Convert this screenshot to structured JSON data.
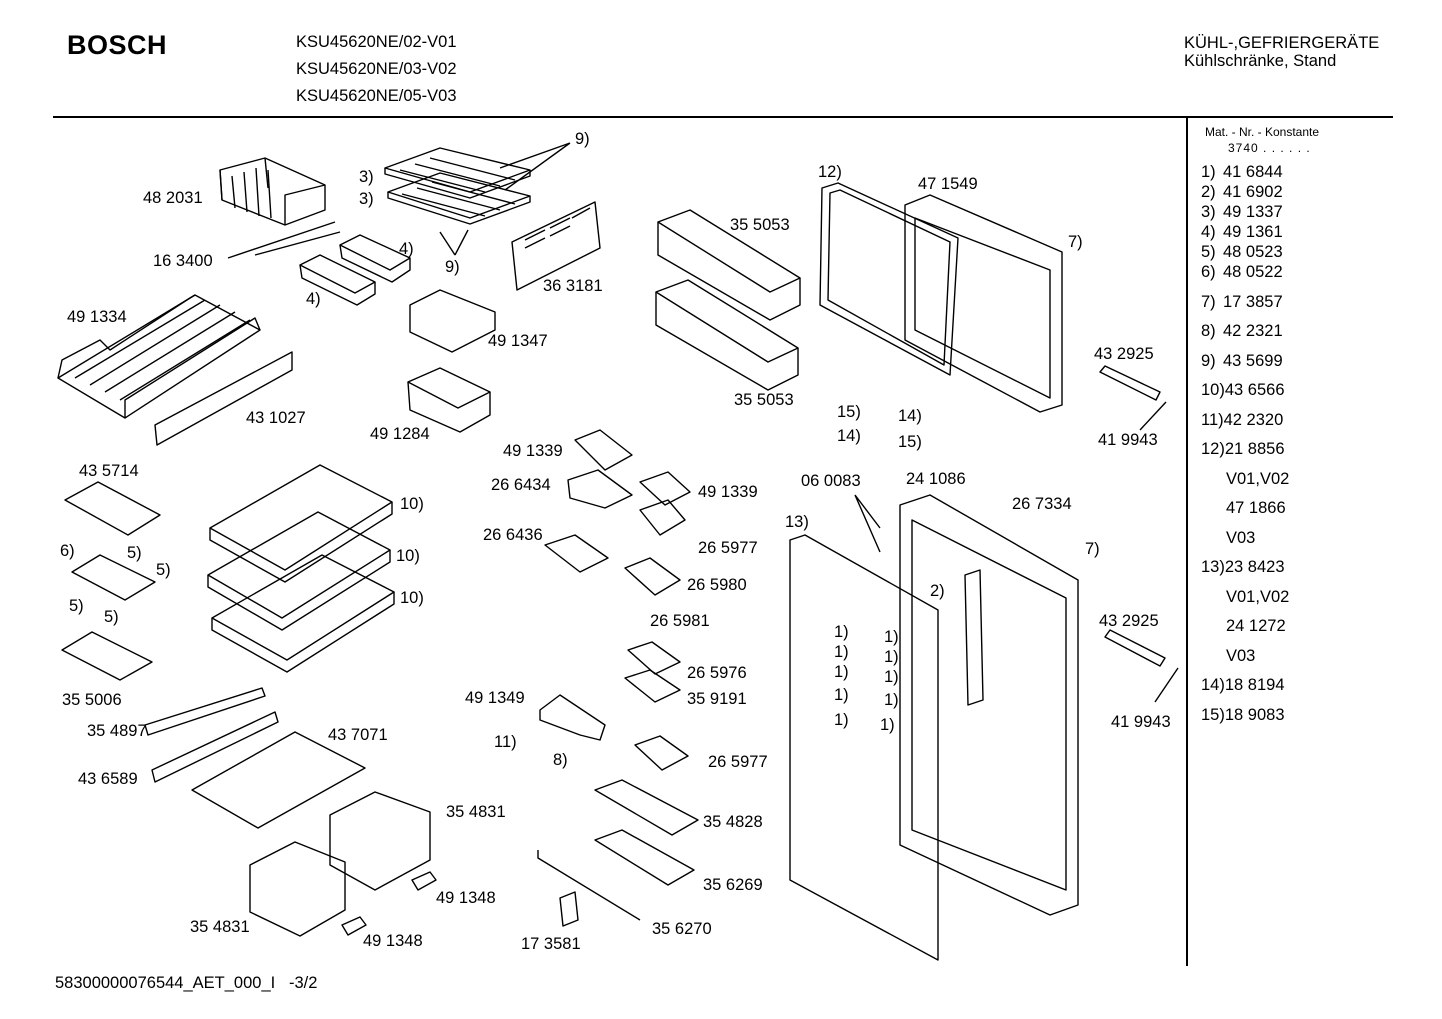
{
  "header": {
    "brand": "BOSCH",
    "models": [
      "KSU45620NE/02-V01",
      "KSU45620NE/03-V02",
      "KSU45620NE/05-V03"
    ],
    "category_line1": "KÜHL-,GEFRIERGERÄTE",
    "category_line2": "Kühlschränke, Stand"
  },
  "legend": {
    "heading": "Mat. - Nr. - Konstante",
    "constant": "3740 . . . . . .",
    "items": [
      {
        "key": "1)",
        "value": "41 6844"
      },
      {
        "key": "2)",
        "value": "41 6902"
      },
      {
        "key": "3)",
        "value": "49 1337"
      },
      {
        "key": "4)",
        "value": "49 1361"
      },
      {
        "key": "5)",
        "value": "48 0523"
      },
      {
        "key": "6)",
        "value": "48 0522"
      },
      {
        "key": "7)",
        "value": "17 3857"
      },
      {
        "key": "8)",
        "value": "42 2321"
      },
      {
        "key": "9)",
        "value": "43 5699"
      },
      {
        "key": "10)",
        "value": "43 6566"
      },
      {
        "key": "11)",
        "value": "42 2320"
      },
      {
        "key": "12)",
        "value": "21 8856"
      },
      {
        "key": "",
        "value": "V01,V02"
      },
      {
        "key": "",
        "value": "47 1866"
      },
      {
        "key": "",
        "value": "V03"
      },
      {
        "key": "13)",
        "value": "23 8423"
      },
      {
        "key": "",
        "value": "V01,V02"
      },
      {
        "key": "",
        "value": "24 1272"
      },
      {
        "key": "",
        "value": "V03"
      },
      {
        "key": "14)",
        "value": "18 8194"
      },
      {
        "key": "15)",
        "value": "18 9083"
      }
    ]
  },
  "footer": {
    "document_id": "58300000076544_AET_000_I",
    "page": "-3/2"
  },
  "callouts": [
    {
      "id": "c1",
      "text": "9)"
    },
    {
      "id": "c2",
      "text": "3)"
    },
    {
      "id": "c3",
      "text": "3)"
    },
    {
      "id": "c4",
      "text": "48 2031"
    },
    {
      "id": "c5",
      "text": "4)"
    },
    {
      "id": "c6",
      "text": "16 3400"
    },
    {
      "id": "c7",
      "text": "9)"
    },
    {
      "id": "c8",
      "text": "4)"
    },
    {
      "id": "c9",
      "text": "36 3181"
    },
    {
      "id": "c10",
      "text": "49 1334"
    },
    {
      "id": "c11",
      "text": "49 1347"
    },
    {
      "id": "c12",
      "text": "43 1027"
    },
    {
      "id": "c13",
      "text": "49 1284"
    },
    {
      "id": "c14",
      "text": "35 5053"
    },
    {
      "id": "c15",
      "text": "35 5053"
    },
    {
      "id": "c16",
      "text": "12)"
    },
    {
      "id": "c17",
      "text": "47 1549"
    },
    {
      "id": "c18",
      "text": "7)"
    },
    {
      "id": "c19",
      "text": "43 2925"
    },
    {
      "id": "c20",
      "text": "15)"
    },
    {
      "id": "c21",
      "text": "14)"
    },
    {
      "id": "c22",
      "text": "14)"
    },
    {
      "id": "c23",
      "text": "15)"
    },
    {
      "id": "c24",
      "text": "41 9943"
    },
    {
      "id": "c25",
      "text": "49 1339"
    },
    {
      "id": "c26",
      "text": "26 6434"
    },
    {
      "id": "c27",
      "text": "49 1339"
    },
    {
      "id": "c28",
      "text": "43 5714"
    },
    {
      "id": "c29",
      "text": "10)"
    },
    {
      "id": "c30",
      "text": "06 0083"
    },
    {
      "id": "c31",
      "text": "24 1086"
    },
    {
      "id": "c32",
      "text": "26 7334"
    },
    {
      "id": "c33",
      "text": "26 6436"
    },
    {
      "id": "c34",
      "text": "26 5977"
    },
    {
      "id": "c35",
      "text": "13)"
    },
    {
      "id": "c36",
      "text": "6)"
    },
    {
      "id": "c37",
      "text": "5)"
    },
    {
      "id": "c38",
      "text": "10)"
    },
    {
      "id": "c39",
      "text": "5)"
    },
    {
      "id": "c40",
      "text": "7)"
    },
    {
      "id": "c41",
      "text": "26 5980"
    },
    {
      "id": "c42",
      "text": "10)"
    },
    {
      "id": "c43",
      "text": "5)"
    },
    {
      "id": "c44",
      "text": "5)"
    },
    {
      "id": "c45",
      "text": "2)"
    },
    {
      "id": "c46",
      "text": "26 5981"
    },
    {
      "id": "c47",
      "text": "43 2925"
    },
    {
      "id": "c48",
      "text": "1)"
    },
    {
      "id": "c49",
      "text": "1)"
    },
    {
      "id": "c50",
      "text": "1)"
    },
    {
      "id": "c51",
      "text": "1)"
    },
    {
      "id": "c52",
      "text": "1)"
    },
    {
      "id": "c53",
      "text": "1)"
    },
    {
      "id": "c54",
      "text": "26 5976"
    },
    {
      "id": "c55",
      "text": "1)"
    },
    {
      "id": "c56",
      "text": "1)"
    },
    {
      "id": "c57",
      "text": "35 5006"
    },
    {
      "id": "c58",
      "text": "49 1349"
    },
    {
      "id": "c59",
      "text": "35 9191"
    },
    {
      "id": "c60",
      "text": "1)"
    },
    {
      "id": "c61",
      "text": "1)"
    },
    {
      "id": "c62",
      "text": "41 9943"
    },
    {
      "id": "c63",
      "text": "35 4897"
    },
    {
      "id": "c64",
      "text": "43 7071"
    },
    {
      "id": "c65",
      "text": "11)"
    },
    {
      "id": "c66",
      "text": "8)"
    },
    {
      "id": "c67",
      "text": "26 5977"
    },
    {
      "id": "c68",
      "text": "43 6589"
    },
    {
      "id": "c69",
      "text": "35 4831"
    },
    {
      "id": "c70",
      "text": "35 4828"
    },
    {
      "id": "c71",
      "text": "35 6269"
    },
    {
      "id": "c72",
      "text": "49 1348"
    },
    {
      "id": "c73",
      "text": "35 4831"
    },
    {
      "id": "c74",
      "text": "49 1348"
    },
    {
      "id": "c75",
      "text": "35 6270"
    },
    {
      "id": "c76",
      "text": "17 3581"
    }
  ]
}
